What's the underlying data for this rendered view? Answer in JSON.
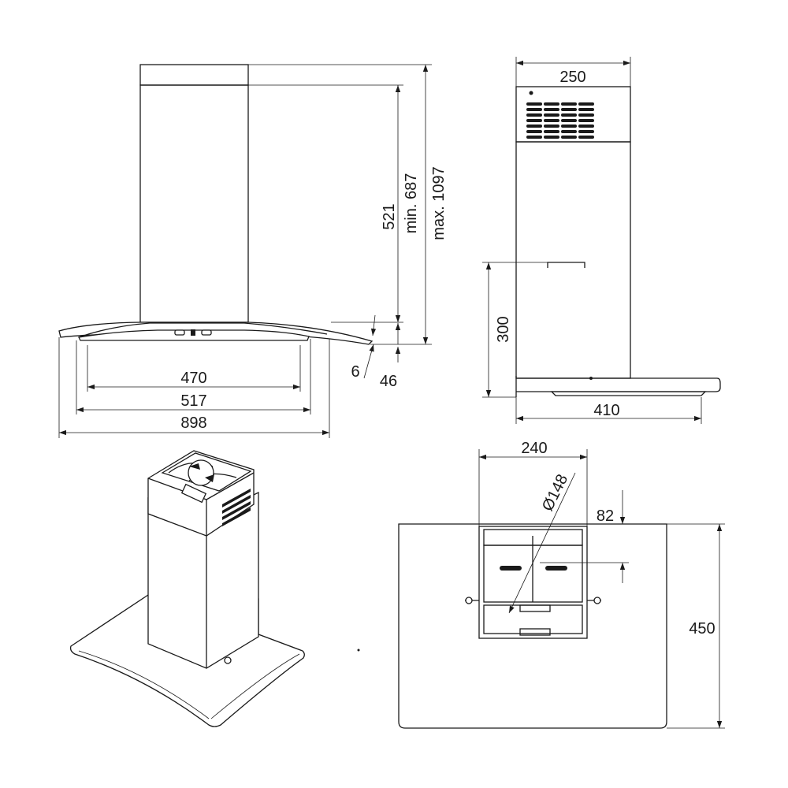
{
  "dimensions": {
    "d470": "470",
    "d517": "517",
    "d898": "898",
    "d6": "6",
    "d46": "46",
    "d521": "521",
    "min687": "min. 687",
    "max1097": "max. 1097",
    "d250": "250",
    "d300": "300",
    "d410": "410",
    "d240": "240",
    "d148": "Ø148",
    "d82": "82",
    "d450": "450"
  }
}
